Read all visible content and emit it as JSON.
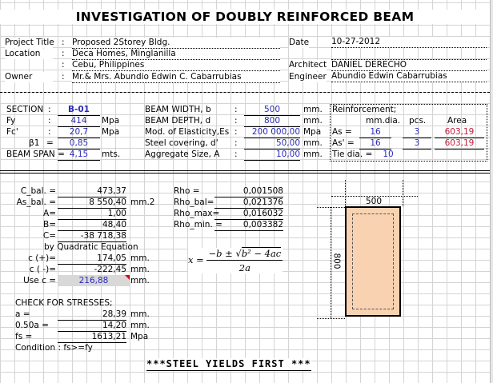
{
  "title": "INVESTIGATION OF DOUBLY REINFORCED BEAM",
  "header": {
    "project_title_label": "Project Title",
    "project_title": "Proposed 2Storey Bldg.",
    "location_label": "Location",
    "location_1": "Deca Homes, Minglanilla",
    "location_2": "Cebu, Philippines",
    "owner_label": "Owner",
    "owner": "Mr.& Mrs. Abundio Edwin C. Cabarrubias",
    "colon": ":",
    "date_label": "Date",
    "date": "10-27-2012",
    "architect_label": "Architect",
    "architect": "DANIEL DERECHO",
    "engineer_label": "Engineer",
    "engineer": "Abundio Edwin Cabarrubias"
  },
  "inputs": {
    "section_label": "SECTION",
    "section": "B-01",
    "fy_label": "Fy",
    "fy": "414",
    "fy_unit": "Mpa",
    "fc_label": "Fc'",
    "fc": "20,7",
    "fc_unit": "Mpa",
    "beta_label": "β1",
    "eq": "=",
    "beta": "0,85",
    "span_label": "BEAM SPAN =",
    "span": "4,15",
    "span_unit": "mts.",
    "width_label": "BEAM WIDTH, b",
    "width": "500",
    "width_unit": "mm.",
    "depth_label": "BEAM DEPTH, d",
    "depth": "800",
    "depth_unit": "mm.",
    "es_label": "Mod. of Elasticity,Es",
    "es": "200 000,00",
    "es_unit": "Mpa",
    "cover_label": "Steel covering, d'",
    "cover": "50,00",
    "cover_unit": "mm.",
    "agg_label": "Aggregate Size, A",
    "agg": "10,00",
    "agg_unit": "mm."
  },
  "reinforcement": {
    "title": "Reinforcement;",
    "col_dia": "mm.dia.",
    "col_pcs": "pcs.",
    "col_area": "Area",
    "as_label": "As  =",
    "as_dia": "16",
    "as_pcs": "3",
    "as_area": "603,19",
    "asp_label": "As'  =",
    "asp_dia": "16",
    "asp_pcs": "3",
    "asp_area": "603,19",
    "tie_label": "Tie dia. =",
    "tie": "10"
  },
  "calc": {
    "cbal_label": "C_bal. =",
    "cbal": "473,37",
    "asbal_label": "As_bal. =",
    "asbal": "8 550,40",
    "asbal_unit": "mm.2",
    "a_label": "A=",
    "a": "1,00",
    "b_label": "B=",
    "b": "48,40",
    "c_label": "C=",
    "c": "-38 718,38",
    "quad_label": "by Quadratic Equation",
    "cplus_label": "c (+)=",
    "cplus": "174,05",
    "cminus_label": "c ( -)=",
    "cminus": "-222,45",
    "usec_label": "Use c =",
    "usec": "216,88",
    "mm": "mm."
  },
  "rho": {
    "rho_label": "Rho =",
    "rho": "0,001508",
    "bal_label": "Rho_bal=",
    "bal": "0,021376",
    "max_label": "Rho_max=",
    "max": "0,016032",
    "min_label": "Rho_min. =",
    "min": "0,003382"
  },
  "formula": {
    "lhs": "x =",
    "num": "−b ± √b² − 4ac",
    "num_pre": "−b ± √",
    "num_rad": "b² − 4ac",
    "den": "2a"
  },
  "stress": {
    "title": "CHECK FOR STRESSES;",
    "a_label": "a =",
    "a": "28,39",
    "a_unit": "mm.",
    "half_label": "0.50a =",
    "half": "14,20",
    "half_unit": "mm.",
    "fs_label": "fs =",
    "fs": "1613,21",
    "fs_unit": "Mpa",
    "condition": "Condition : fs>=fy"
  },
  "diagram": {
    "width_dim": "500",
    "depth_dim": "800",
    "fill_color": "#f9d3b1"
  },
  "result": "***STEEL YIELDS FIRST ***",
  "colors": {
    "input_blue": "#2a2ab8",
    "area_red": "#c0203a",
    "usec_fill": "#d8d8d8"
  }
}
